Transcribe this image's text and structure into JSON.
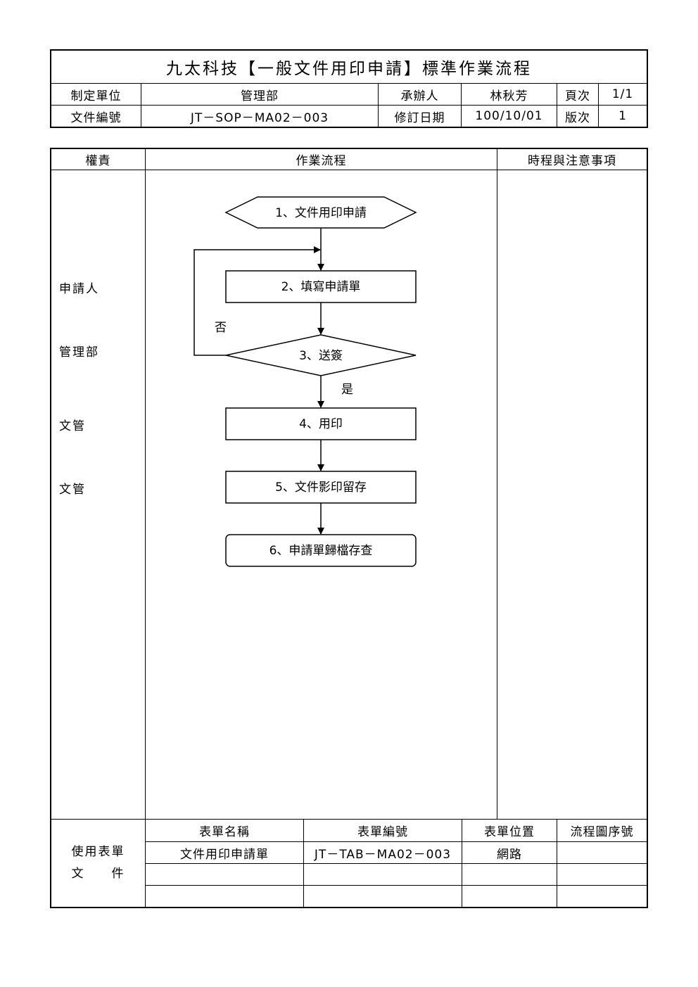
{
  "header": {
    "title": "九太科技【一般文件用印申請】標準作業流程",
    "row1": {
      "label1": "制定單位",
      "value1": "管理部",
      "label2": "承辦人",
      "value2": "林秋芳",
      "label3": "頁次",
      "value3": "1/1"
    },
    "row2": {
      "label1": "文件編號",
      "value1": "JT－SOP－MA02－003",
      "label2": "修訂日期",
      "value2": "100/10/01",
      "label3": "版次",
      "value3": "1"
    }
  },
  "flow_table": {
    "col_headers": [
      "權責",
      "作業流程",
      "時程與注意事項"
    ],
    "roles": [
      "申請人",
      "管理部",
      "文管",
      "文管"
    ],
    "steps": [
      "1、文件用印申請",
      "2、填寫申請單",
      "3、送簽",
      "4、用印",
      "5、文件影印留存",
      "6、申請單歸檔存查"
    ],
    "yes_label": "是",
    "no_label": "否"
  },
  "forms": {
    "section_label_1": "使用表單",
    "section_label_2": "文　　件",
    "headers": [
      "表單名稱",
      "表單編號",
      "表單位置",
      "流程圖序號"
    ],
    "rows": [
      [
        "文件用印申請單",
        "JT－TAB－MA02－003",
        "網路",
        ""
      ],
      [
        "",
        "",
        "",
        ""
      ],
      [
        "",
        "",
        "",
        ""
      ]
    ]
  }
}
